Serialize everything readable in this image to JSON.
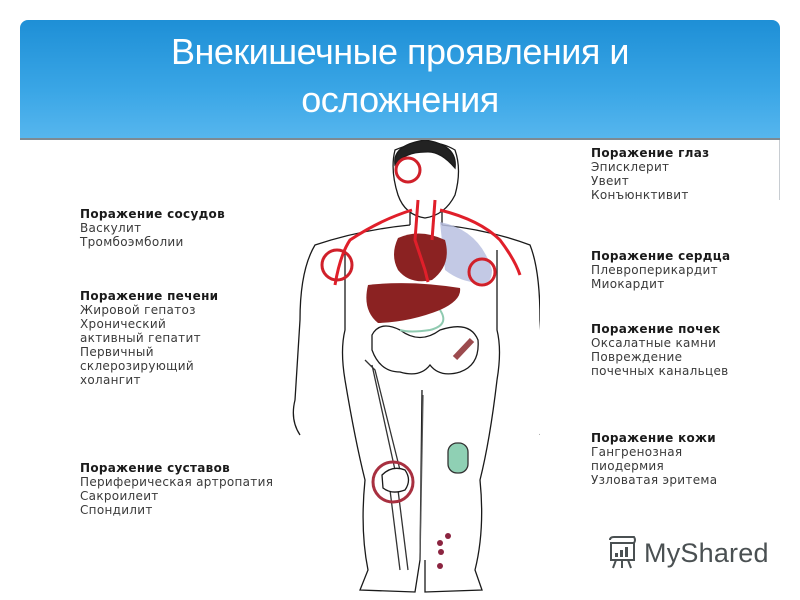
{
  "slide": {
    "title_line1": "Внекишечные проявления и",
    "title_line2": "осложнения",
    "accent_color": "#2a9ae0"
  },
  "left_blocks": [
    {
      "heading": "Поражение сосудов",
      "items": [
        "Васкулит",
        "Тромбоэмболии"
      ]
    },
    {
      "heading": "Поражение печени",
      "items": [
        "Жировой гепатоз",
        "Хронический",
        "активный гепатит",
        "Первичный",
        "склерозирующий",
        "холангит"
      ]
    },
    {
      "heading": "Поражение суставов",
      "items": [
        "Периферическая артропатия",
        "Сакроилеит",
        "Спондилит"
      ]
    }
  ],
  "right_blocks": [
    {
      "heading": "Поражение глаз",
      "items": [
        "Эписклерит",
        "Увеит",
        "Конъюнктивит"
      ]
    },
    {
      "heading": "Поражение сердца",
      "items": [
        "Плевроперикардит",
        "Миокардит"
      ]
    },
    {
      "heading": "Поражение почек",
      "items": [
        "Оксалатные камни",
        "Повреждение",
        "почечных канальцев"
      ]
    },
    {
      "heading": "Поражение кожи",
      "items": [
        "Гангренозная",
        "пиодермия",
        "Узловатая эритема"
      ]
    }
  ],
  "figure": {
    "icon": "human-body-anatomy-illustration",
    "highlight_color": "#d0202a",
    "organ_color": "#8b2222",
    "lung_color": "#b8bfe0"
  },
  "watermark": {
    "text": "MyShared",
    "icon": "presentation-board-icon"
  }
}
